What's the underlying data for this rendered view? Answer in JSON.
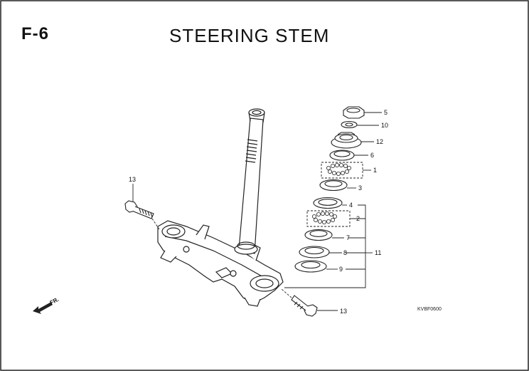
{
  "header": {
    "figure_code": "F-6",
    "title": "STEERING STEM"
  },
  "diagram_code": "KVBF0600",
  "front_arrow_label": "FR.",
  "callouts": [
    "5",
    "10",
    "12",
    "6",
    "1",
    "3",
    "4",
    "2",
    "7",
    "8",
    "11",
    "9",
    "13",
    "13"
  ],
  "colors": {
    "line": "#222222",
    "background": "#ffffff"
  }
}
